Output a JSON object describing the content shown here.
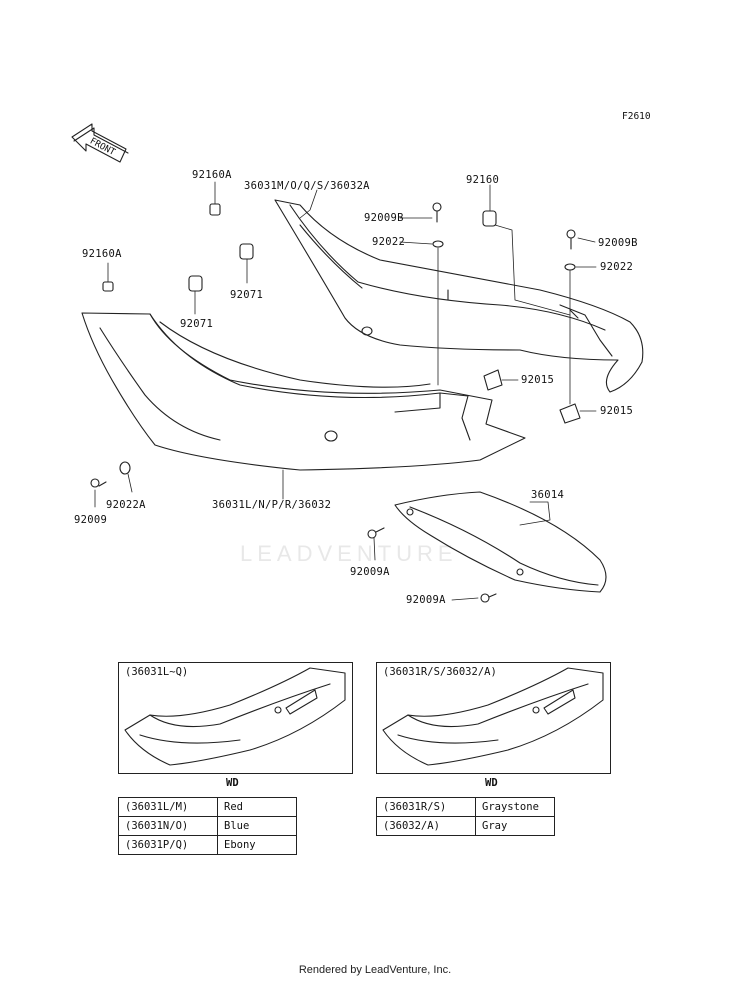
{
  "figure_code": "F2610",
  "front_label": "FRONT",
  "watermark": "LEADVENTURE",
  "callouts": {
    "c92160A_top": "92160A",
    "c36031M": "36031M/O/Q/S/36032A",
    "c92160": "92160",
    "c92009B_a": "92009B",
    "c92022_a": "92022",
    "c92009B_b": "92009B",
    "c92022_b": "92022",
    "c92160A_left": "92160A",
    "c92071_a": "92071",
    "c92071_b": "92071",
    "c92015_a": "92015",
    "c92015_b": "92015",
    "c36031L": "36031L/N/P/R/36032",
    "c92022A": "92022A",
    "c92009": "92009",
    "c36014": "36014",
    "c92009A_a": "92009A",
    "c92009A_b": "92009A"
  },
  "inset_left": {
    "title": "(36031L~Q)",
    "wd": "WD"
  },
  "inset_right": {
    "title": "(36031R/S/36032/A)",
    "wd": "WD"
  },
  "color_table_left": [
    {
      "code": "(36031L/M)",
      "color": "Red"
    },
    {
      "code": "(36031N/O)",
      "color": "Blue"
    },
    {
      "code": "(36031P/Q)",
      "color": "Ebony"
    }
  ],
  "color_table_right": [
    {
      "code": "(36031R/S)",
      "color": "Graystone"
    },
    {
      "code": "(36032/A)",
      "color": "Gray"
    }
  ],
  "footer": "Rendered by LeadVenture, Inc."
}
